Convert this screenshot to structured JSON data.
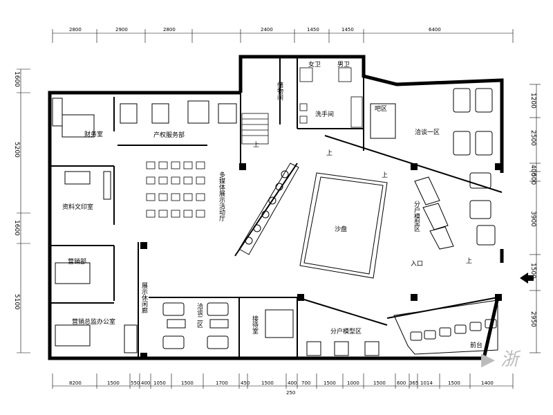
{
  "top_dims": [
    "2800",
    "2900",
    "2800",
    "2400",
    "1450",
    "1450",
    "6400"
  ],
  "bottom_dims": [
    "8200",
    "1500",
    "550",
    "400",
    "1050",
    "1500",
    "1700",
    "450",
    "1500",
    "400",
    "700",
    "1500",
    "1000",
    "1500",
    "600",
    "365",
    "1014",
    "1500",
    "1400"
  ],
  "bottom_sub": "250",
  "left_dims": [
    "1600",
    "5200",
    "1600",
    "5100"
  ],
  "right_dims": [
    "1200",
    "2500",
    "400",
    "500",
    "3900",
    "1500",
    "2950"
  ],
  "rooms": {
    "finance": "财务室",
    "tech": "产权服务部",
    "archive": "资料文印室",
    "sales": "营销部",
    "sales_gm": "营销总监办公室",
    "storage": "储物间",
    "female_wc": "女卫",
    "male_wc": "男卫",
    "wash": "洗手间",
    "exhibit": "多媒体展示活动厅",
    "bar": "吧区",
    "negotiate1": "洽谈一区",
    "unit_model": "分户模型区",
    "sandtable": "沙盘",
    "entrance": "入口",
    "corridor": "展示休闲廊",
    "negotiate2": "洽谈二区",
    "reception": "接待室",
    "unit_model2": "分户模型区",
    "front_desk": "前台"
  },
  "stairs_up": "上",
  "up_marks": [
    "上",
    "上",
    "上"
  ],
  "watermark": "▶ 浙"
}
